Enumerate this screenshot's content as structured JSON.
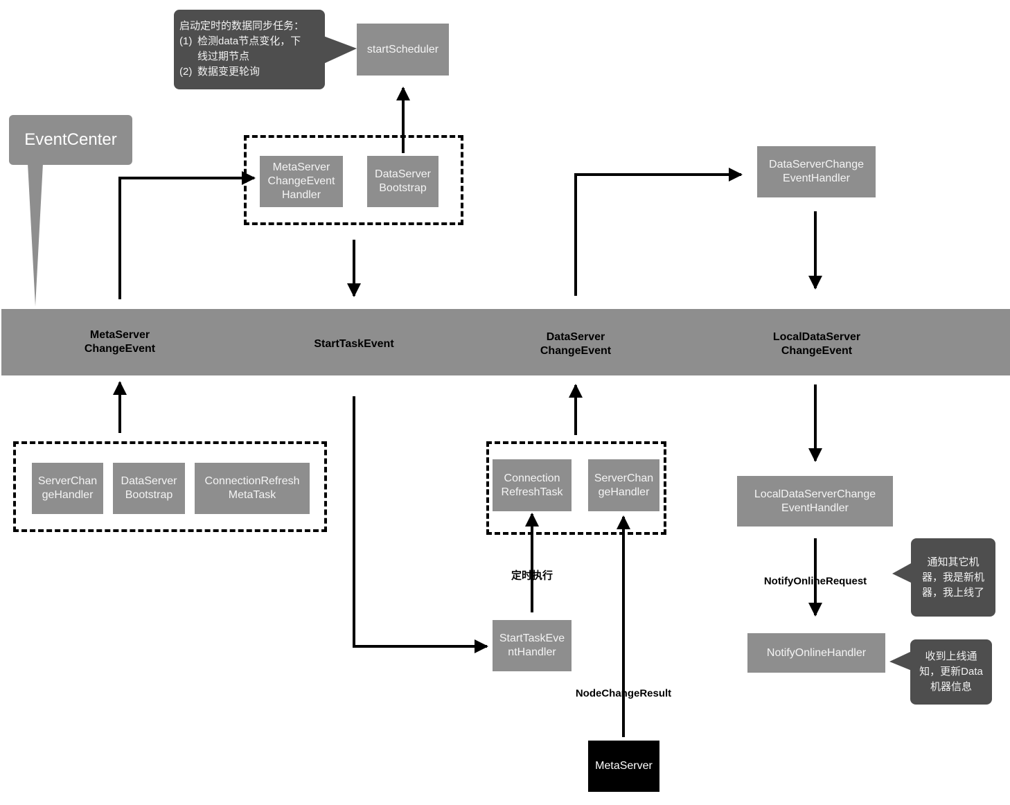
{
  "event_center": "EventCenter",
  "bus_events": {
    "meta": "MetaServer\nChangeEvent",
    "start": "StartTaskEvent",
    "data": "DataServer\nChangeEvent",
    "local": "LocalDataServer\nChangeEvent"
  },
  "boxes": {
    "start_scheduler": "startScheduler",
    "meta_handler": "MetaServer\nChangeEvent\nHandler",
    "data_bootstrap_top": "DataServer\nBootstrap",
    "data_change_handler": "DataServerChange\nEventHandler",
    "server_change_handler_left": "ServerChan\ngeHandler",
    "data_bootstrap_bottom": "DataServer\nBootstrap",
    "conn_refresh_meta_task": "ConnectionRefresh\nMetaTask",
    "conn_refresh_task": "Connection\nRefreshTask",
    "server_change_handler_right": "ServerChan\ngeHandler",
    "start_task_handler": "StartTaskEve\nntHandler",
    "local_change_handler": "LocalDataServerChange\nEventHandler",
    "notify_online_handler": "NotifyOnlineHandler",
    "meta_server": "MetaServer"
  },
  "notes": {
    "scheduler_title": "启动定时的数据同步任务：",
    "scheduler_item1_num": "(1)",
    "scheduler_item1_line1": "检测data节点变化，下",
    "scheduler_item1_line2": "线过期节点",
    "scheduler_item2_num": "(2)",
    "scheduler_item2": "数据变更轮询",
    "notify_note": "通知其它机\n器，我是新机\n器，我上线了",
    "receive_note": "收到上线通\n知，更新Data\n机器信息"
  },
  "edge_labels": {
    "timed_exec": "定时执行",
    "notify_request": "NotifyOnlineRequest",
    "node_change_result": "NodeChangeResult"
  }
}
